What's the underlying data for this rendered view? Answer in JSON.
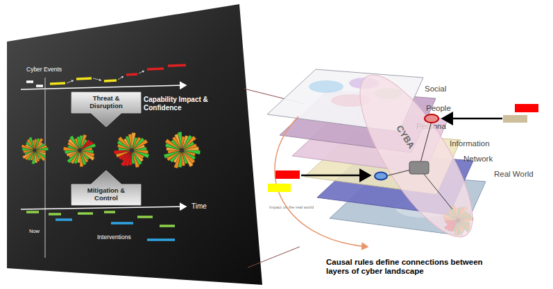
{
  "diagram": {
    "caption": "Causal rules define connections between layers of cyber landscape",
    "nodes": [
      {
        "text": [
          "Threat & Disruption"
        ]
      },
      {
        "text": [
          "Mitigation & Control"
        ]
      },
      {
        "text": [
          "CYBA"
        ]
      }
    ],
    "labels": [
      "Cyber Events",
      "Capability Impact & Confidence",
      "Time",
      "Now",
      "Interventions",
      "Social",
      "People",
      "Persona",
      "Information",
      "Network",
      "Real World",
      "Impact on the real world"
    ]
  }
}
